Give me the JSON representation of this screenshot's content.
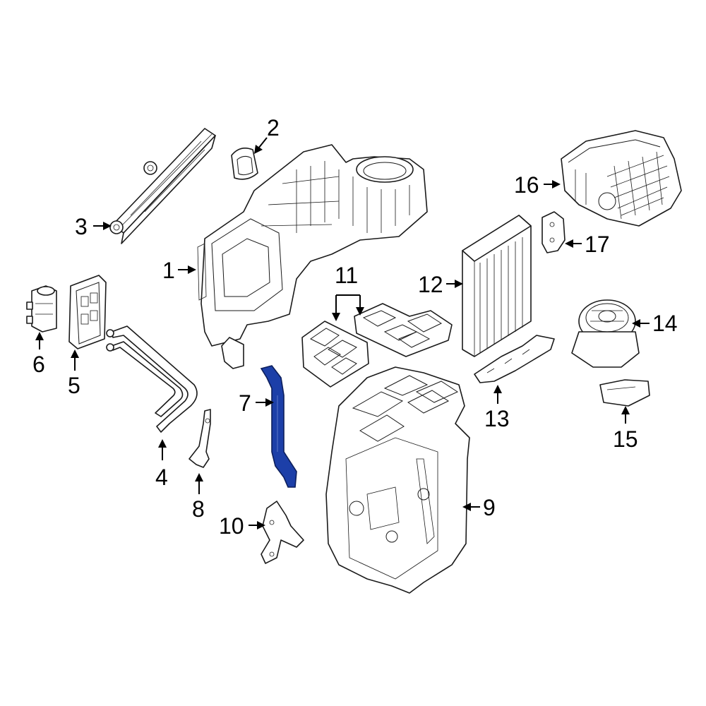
{
  "highlight_color": "#1c3fa8",
  "callouts": [
    {
      "id": "1",
      "label": "1"
    },
    {
      "id": "2",
      "label": "2"
    },
    {
      "id": "3",
      "label": "3"
    },
    {
      "id": "4",
      "label": "4"
    },
    {
      "id": "5",
      "label": "5"
    },
    {
      "id": "6",
      "label": "6"
    },
    {
      "id": "7",
      "label": "7"
    },
    {
      "id": "8",
      "label": "8"
    },
    {
      "id": "9",
      "label": "9"
    },
    {
      "id": "10",
      "label": "10"
    },
    {
      "id": "11",
      "label": "11"
    },
    {
      "id": "12",
      "label": "12"
    },
    {
      "id": "13",
      "label": "13"
    },
    {
      "id": "14",
      "label": "14"
    },
    {
      "id": "15",
      "label": "15"
    },
    {
      "id": "16",
      "label": "16"
    },
    {
      "id": "17",
      "label": "17"
    }
  ]
}
